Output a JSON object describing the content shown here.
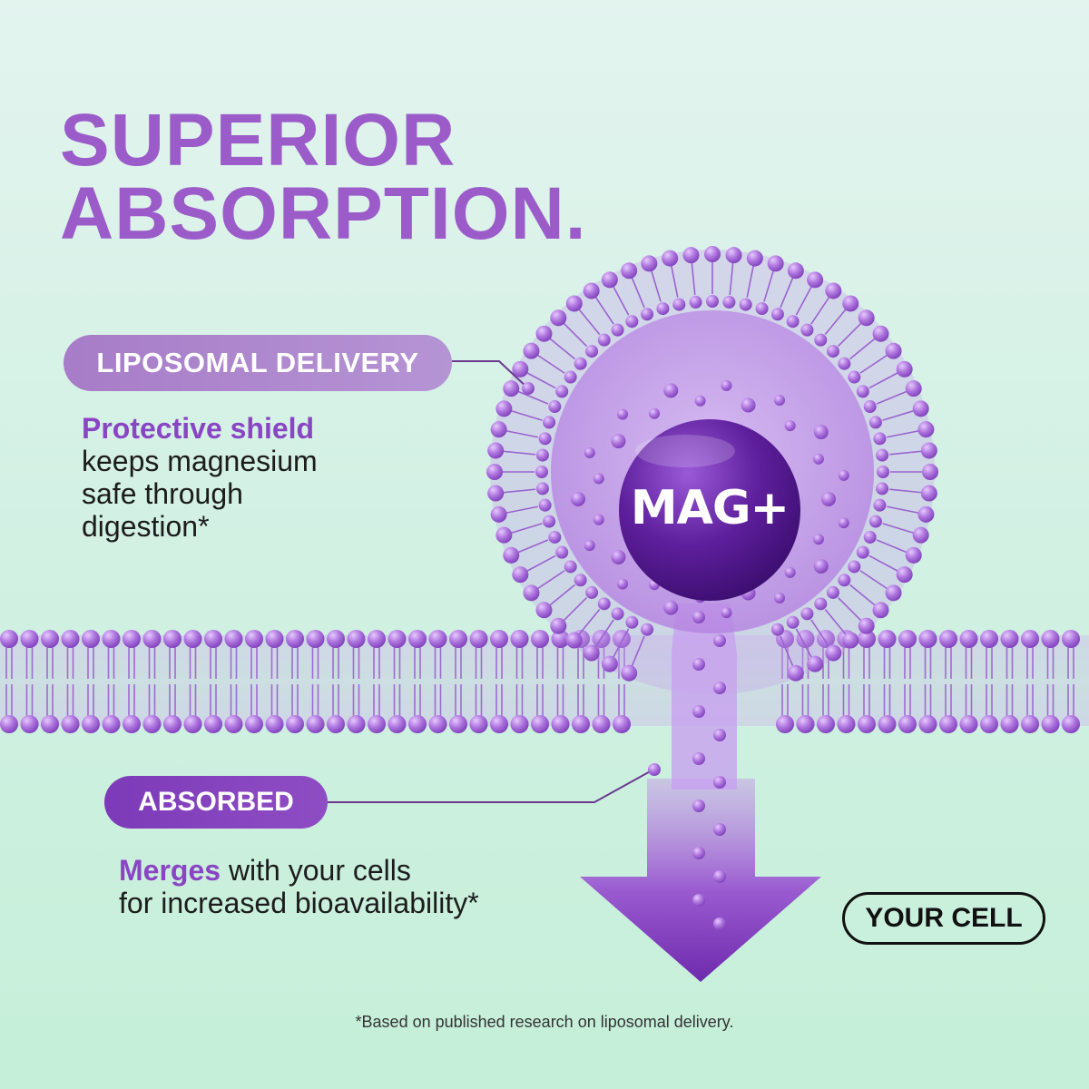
{
  "headline": {
    "line1": "SUPERIOR",
    "line2": "ABSORPTION."
  },
  "liposomal": {
    "pill_label": "LIPOSOMAL DELIVERY",
    "highlight": "Protective shield",
    "text_line1": "keeps magnesium",
    "text_line2": "safe through",
    "text_line3": "digestion*"
  },
  "absorbed": {
    "pill_label": "ABSORBED",
    "highlight": "Merges",
    "text_line1": " with your cells",
    "text_line2": "for increased bioavailability*"
  },
  "core_label": "MAG+",
  "your_cell_label": "YOUR CELL",
  "footnote": "*Based on published research on liposomal delivery.",
  "colors": {
    "headline": "#9b5cc9",
    "pill_liposomal": "#a77cc8",
    "pill_absorbed": "#7d3ab8",
    "membrane": "#a46bd6",
    "core": "#5a1e96",
    "background": "#d3f1e4"
  },
  "icons": [
    "liposome-illustration",
    "cell-membrane",
    "down-arrow-icon",
    "magnesium-core-icon"
  ]
}
